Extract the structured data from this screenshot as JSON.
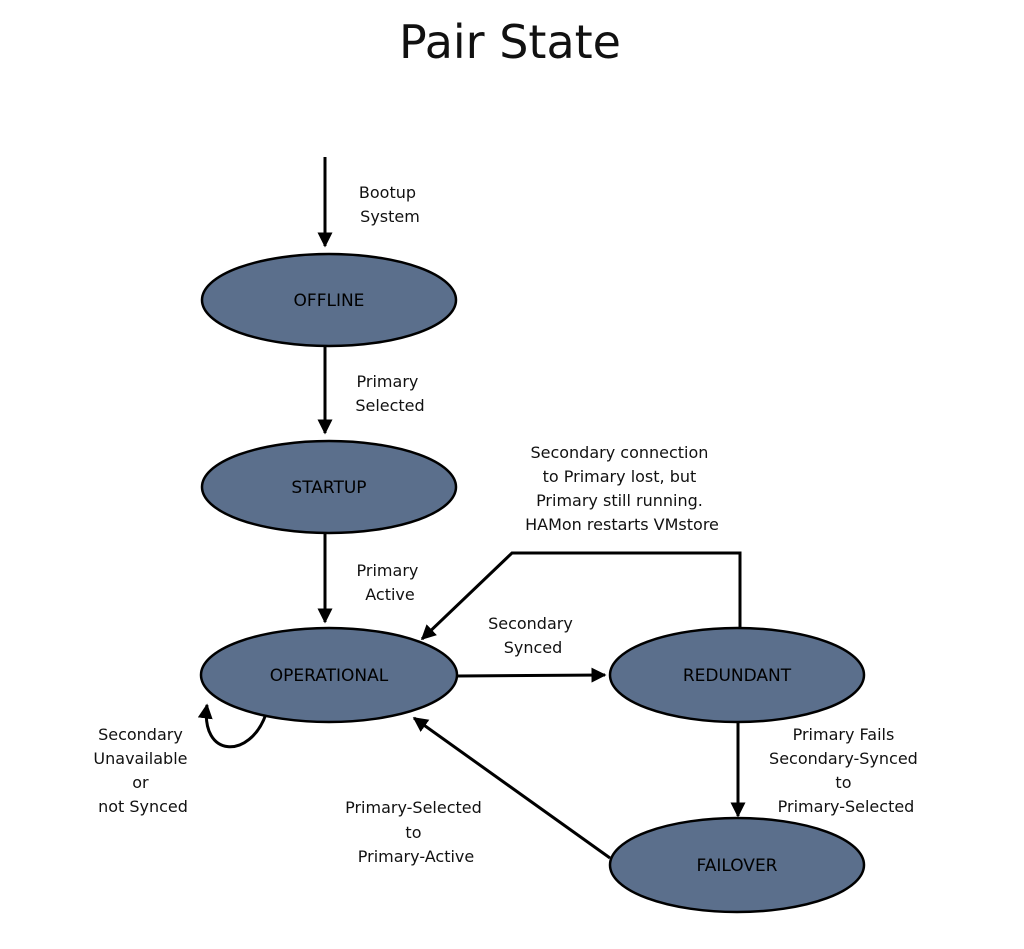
{
  "title": "Pair State",
  "states": {
    "offline": "OFFLINE",
    "startup": "STARTUP",
    "operational": "OPERATIONAL",
    "redundant": "REDUNDANT",
    "failover": "FAILOVER"
  },
  "transitions": {
    "bootup": [
      "Bootup",
      "System"
    ],
    "primary_selected": [
      "Primary",
      "Selected"
    ],
    "primary_active": [
      "Primary",
      "Active"
    ],
    "secondary_synced": [
      "Secondary",
      "Synced"
    ],
    "secondary_lost": [
      "Secondary connection",
      "to Primary lost, but",
      "Primary still running.",
      "HAMon restarts VMstore"
    ],
    "self_loop": [
      "Secondary",
      "Unavailable",
      "or",
      "not Synced"
    ],
    "primary_fails": [
      "Primary Fails",
      "Secondary-Synced",
      "to",
      "Primary-Selected"
    ],
    "failover_return": [
      "Primary-Selected",
      "to",
      "Primary-Active"
    ]
  }
}
